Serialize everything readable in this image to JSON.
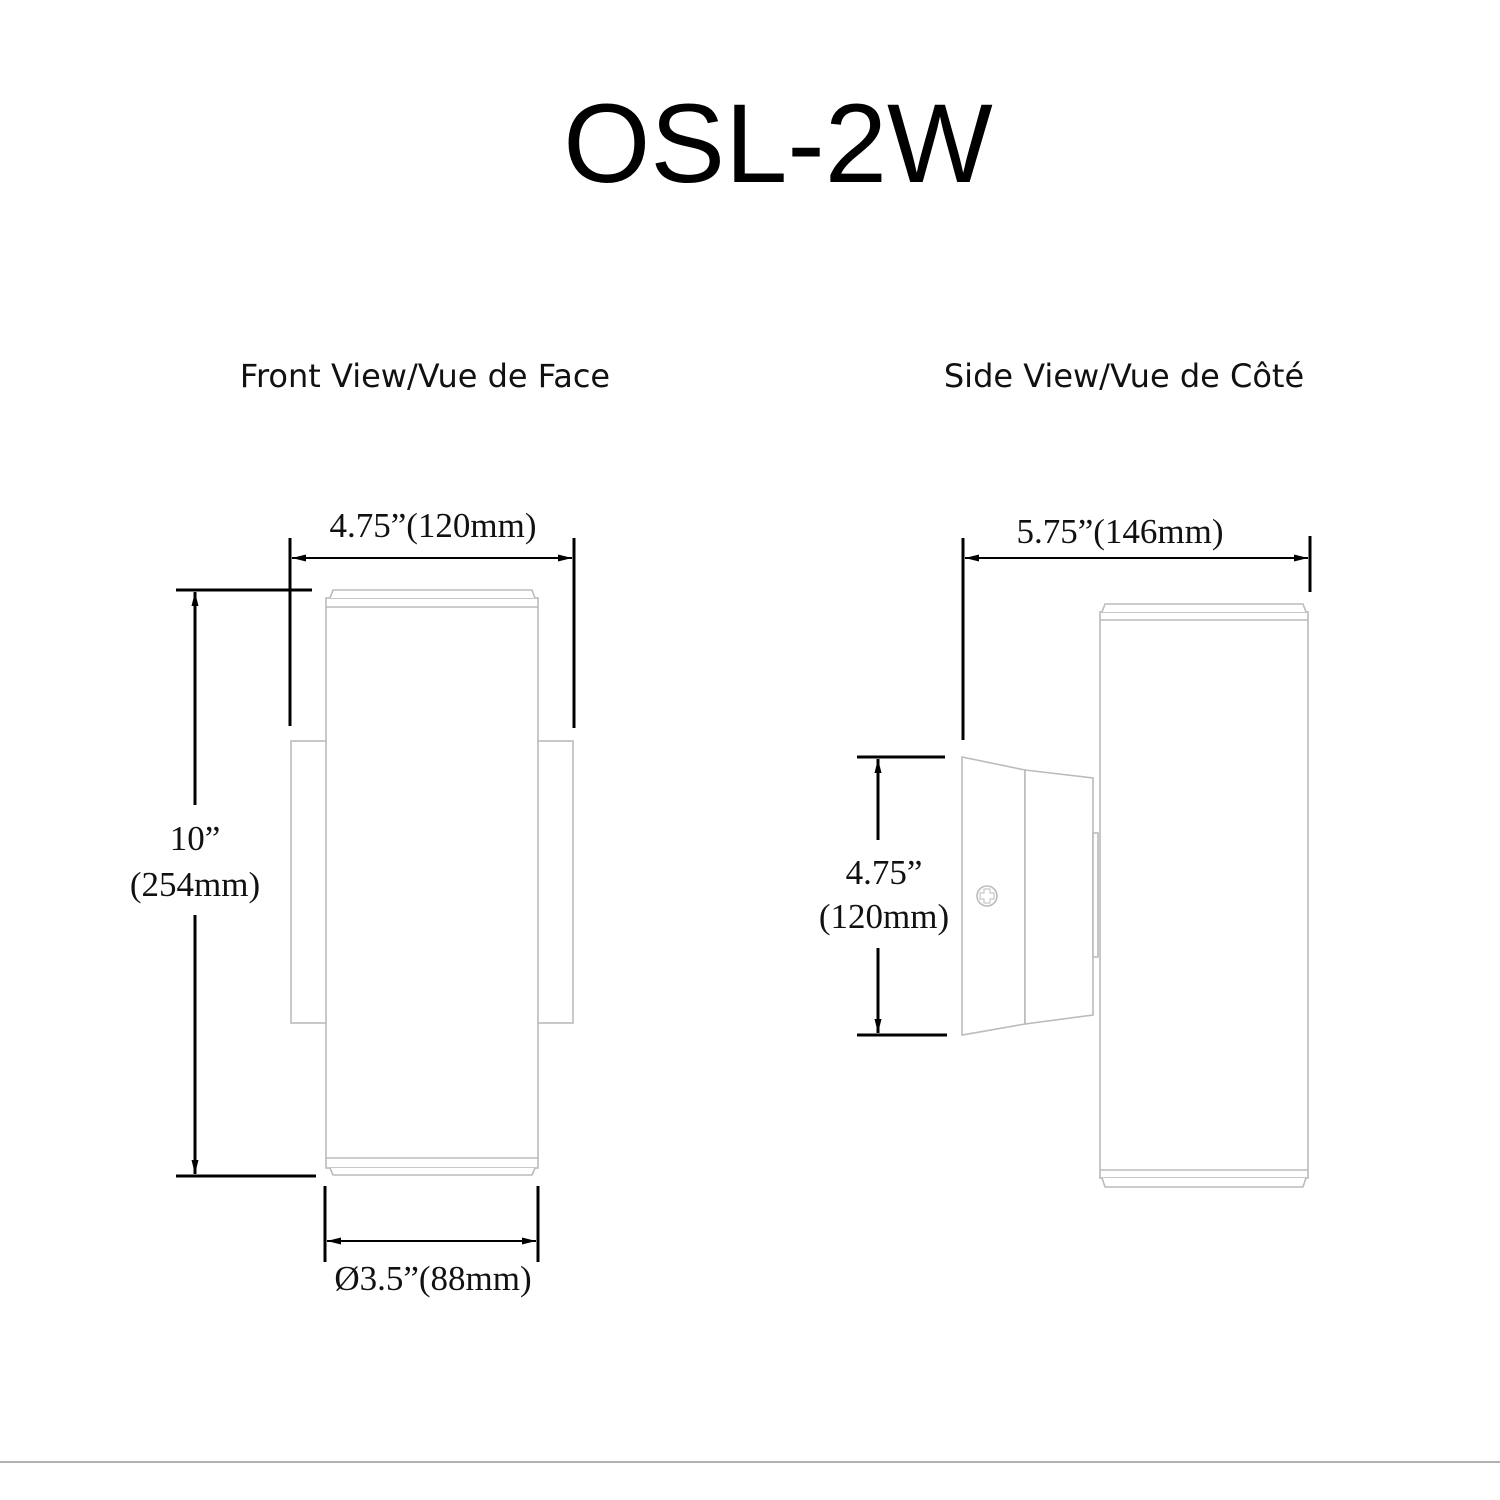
{
  "title": "OSL-2W",
  "front_view": {
    "label": "Front View/Vue de Face",
    "width_dim": "4.75”(120mm)",
    "height_dim_in": "10”",
    "height_dim_mm": "(254mm)",
    "diameter_dim": "Ø3.5”(88mm)"
  },
  "side_view": {
    "label": "Side View/Vue de Côté",
    "depth_dim": "5.75”(146mm)",
    "plate_dim_in": "4.75”",
    "plate_dim_mm": "(120mm)"
  }
}
